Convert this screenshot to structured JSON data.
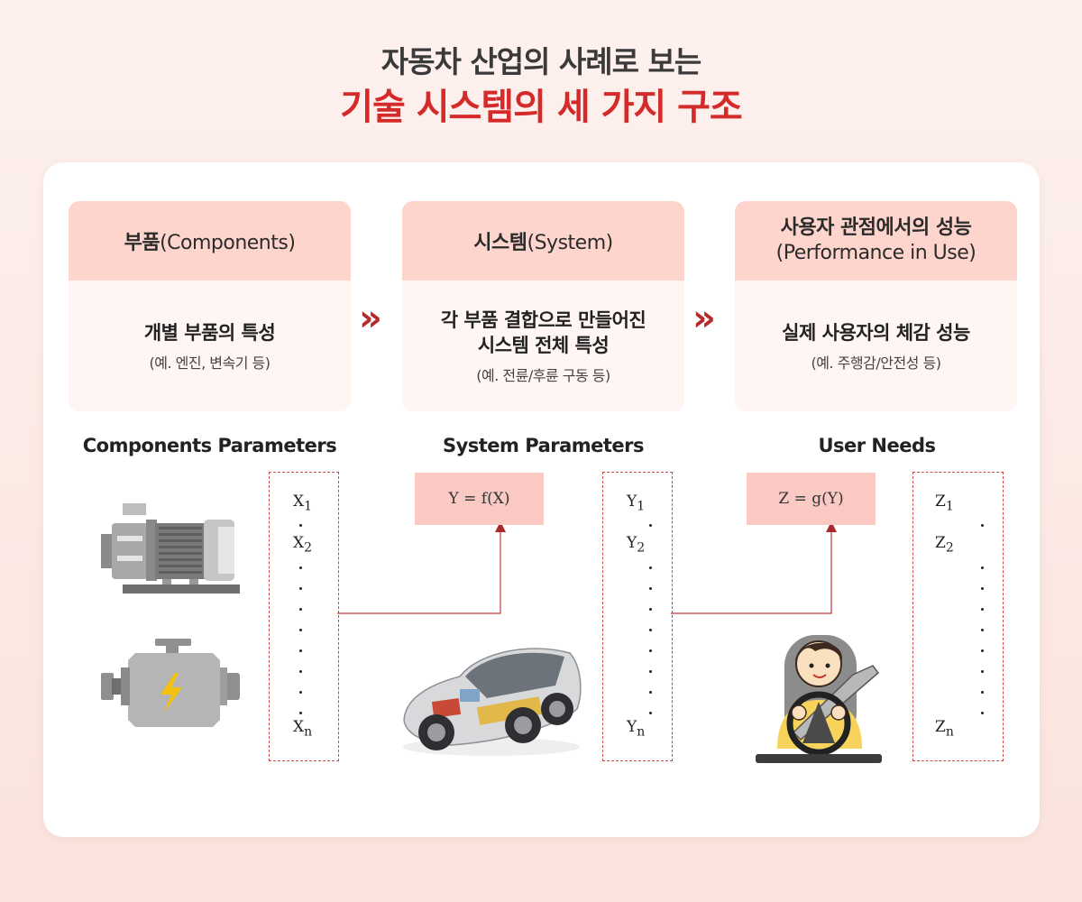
{
  "title": {
    "line1": "자동차 산업의 사례로 보는",
    "line2": "기술 시스템의 세 가지 구조"
  },
  "boxes": [
    {
      "head_bold": "부품",
      "head_rest": "(Components)",
      "main1": "개별 부품의 특성",
      "main2": "",
      "sub": "(예. 엔진, 변속기 등)"
    },
    {
      "head_bold": "시스템",
      "head_rest": "(System)",
      "main1": "각 부품 결합으로 만들어진",
      "main2": "시스템 전체 특성",
      "sub": "(예. 전륜/후륜 구동 등)"
    },
    {
      "head_bold": "사용자 관점에서의 성능",
      "head_rest": "(Performance in Use)",
      "main1": "실제 사용자의 체감 성능",
      "main2": "",
      "sub": "(예. 주행감/안전성 등)"
    }
  ],
  "arrows": {
    "glyph": "»"
  },
  "params": {
    "components": "Components Parameters",
    "system": "System Parameters",
    "user": "User Needs"
  },
  "formulas": {
    "f": "Y = f(X)",
    "g": "Z = g(Y)"
  },
  "vars": {
    "x": {
      "letter": "X",
      "subs": [
        "1",
        "2",
        "n"
      ]
    },
    "y": {
      "letter": "Y",
      "subs": [
        "1",
        "2",
        "n"
      ]
    },
    "z": {
      "letter": "Z",
      "subs": [
        "1",
        "2",
        "n"
      ]
    }
  },
  "colors": {
    "accent": "#d42a2a",
    "head_bg": "#fdd5cc",
    "line": "#c0393b",
    "formula_bg": "#fbc9c3"
  },
  "icons": [
    "electric-motor-icon",
    "engine-icon",
    "ev-car-cutaway-image",
    "driver-illustration-icon"
  ]
}
